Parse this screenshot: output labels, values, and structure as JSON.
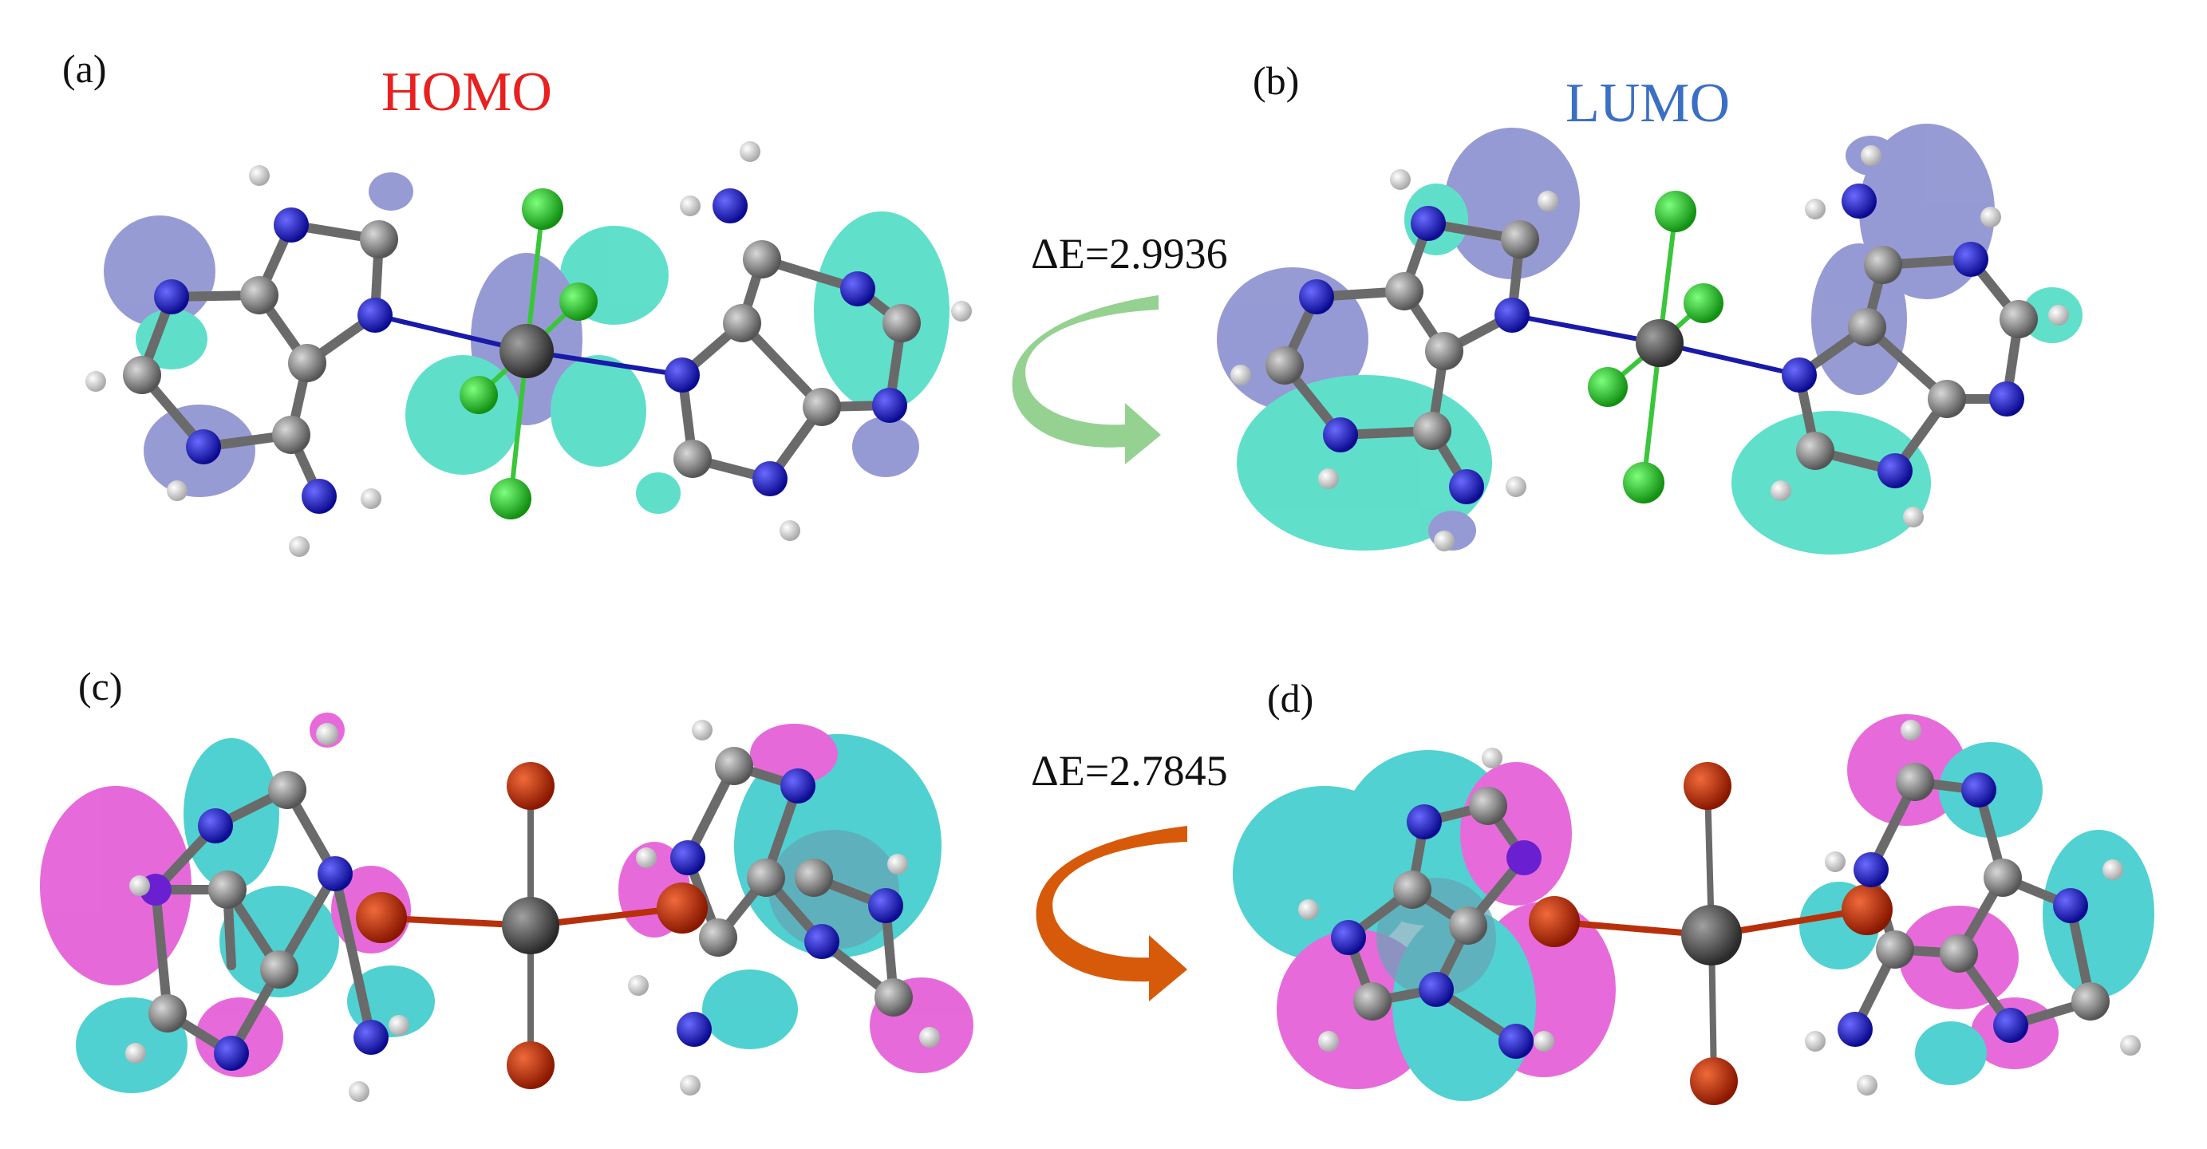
{
  "panels": {
    "a": {
      "label": "(a)",
      "title": "HOMO",
      "title_color": "#e8201f"
    },
    "b": {
      "label": "(b)",
      "title": "LUMO",
      "title_color": "#3b6fc4"
    },
    "c": {
      "label": "(c)"
    },
    "d": {
      "label": "(d)"
    }
  },
  "energy_gaps": {
    "top": "ΔE=2.9936",
    "bottom": "ΔE=2.7845"
  },
  "colors": {
    "top_arrow": "#8fcf8a",
    "bottom_arrow": "#d65a0a",
    "homo_lobe_positive": "#6f74c4",
    "homo_lobe_negative": "#22d3b6",
    "complex2_lobe_a": "#1fc4c4",
    "complex2_lobe_b": "#e040d0",
    "atom_carbon": "#7a7a7a",
    "atom_nitrogen": "#1010c8",
    "atom_hydrogen": "#e6e6e6",
    "atom_chlorine": "#22c422",
    "atom_bromine": "#c42a0a",
    "atom_metal": "#505050"
  }
}
